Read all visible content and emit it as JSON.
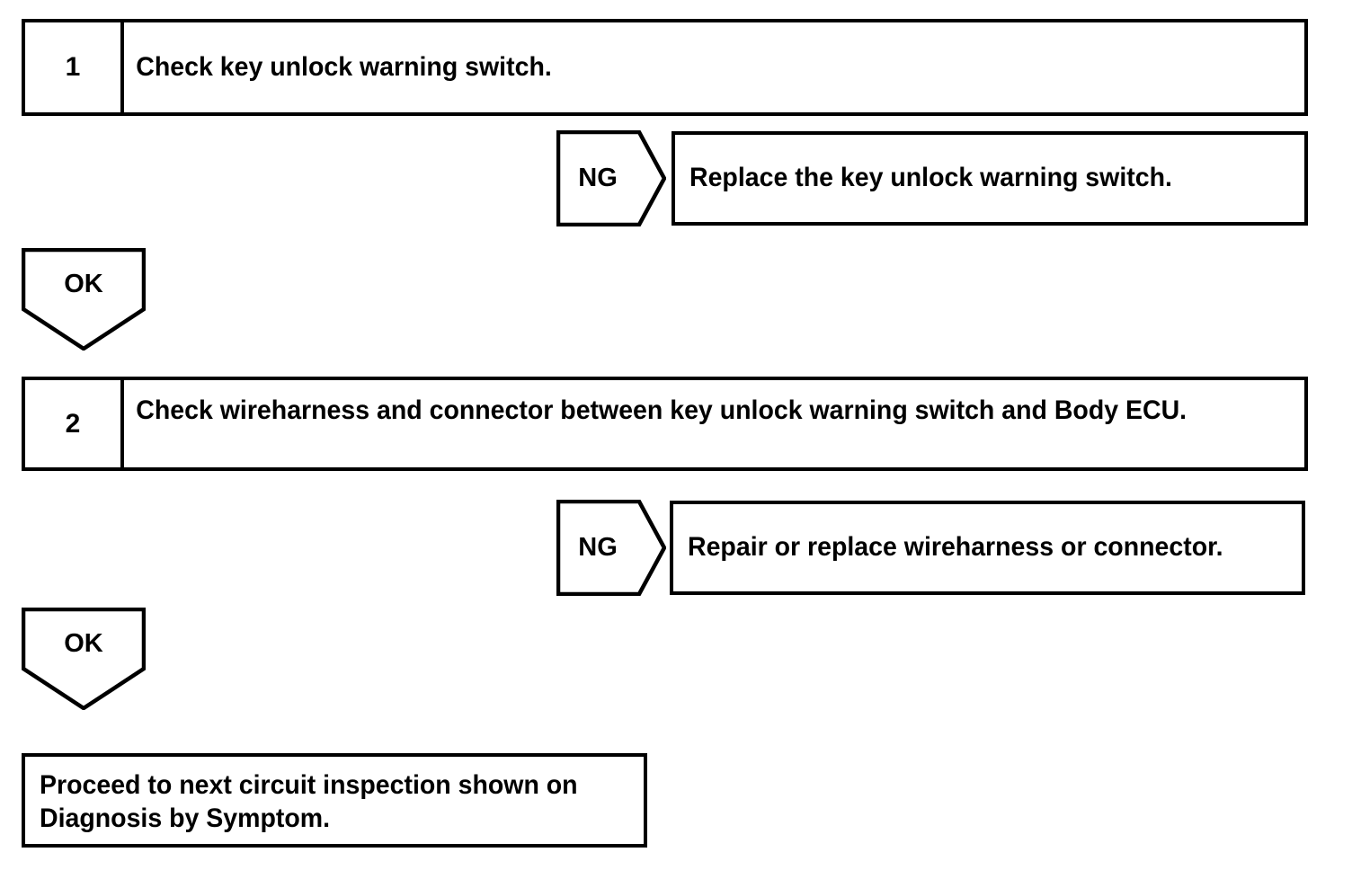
{
  "diagram": {
    "type": "troubleshooting-flowchart",
    "steps": [
      {
        "number": "1",
        "instruction": "Check key unlock warning switch.",
        "ng_label": "NG",
        "ng_action": "Replace the key unlock warning switch.",
        "ok_label": "OK"
      },
      {
        "number": "2",
        "instruction": "Check wireharness and connector between key unlock warning switch and Body ECU.",
        "ng_label": "NG",
        "ng_action": "Repair or replace wireharness or connector.",
        "ok_label": "OK"
      }
    ],
    "final": {
      "text": "Proceed to next circuit inspection shown on Diagnosis by Symptom."
    },
    "colors": {
      "line": "#000000",
      "background": "#ffffff",
      "text": "#000000"
    }
  }
}
